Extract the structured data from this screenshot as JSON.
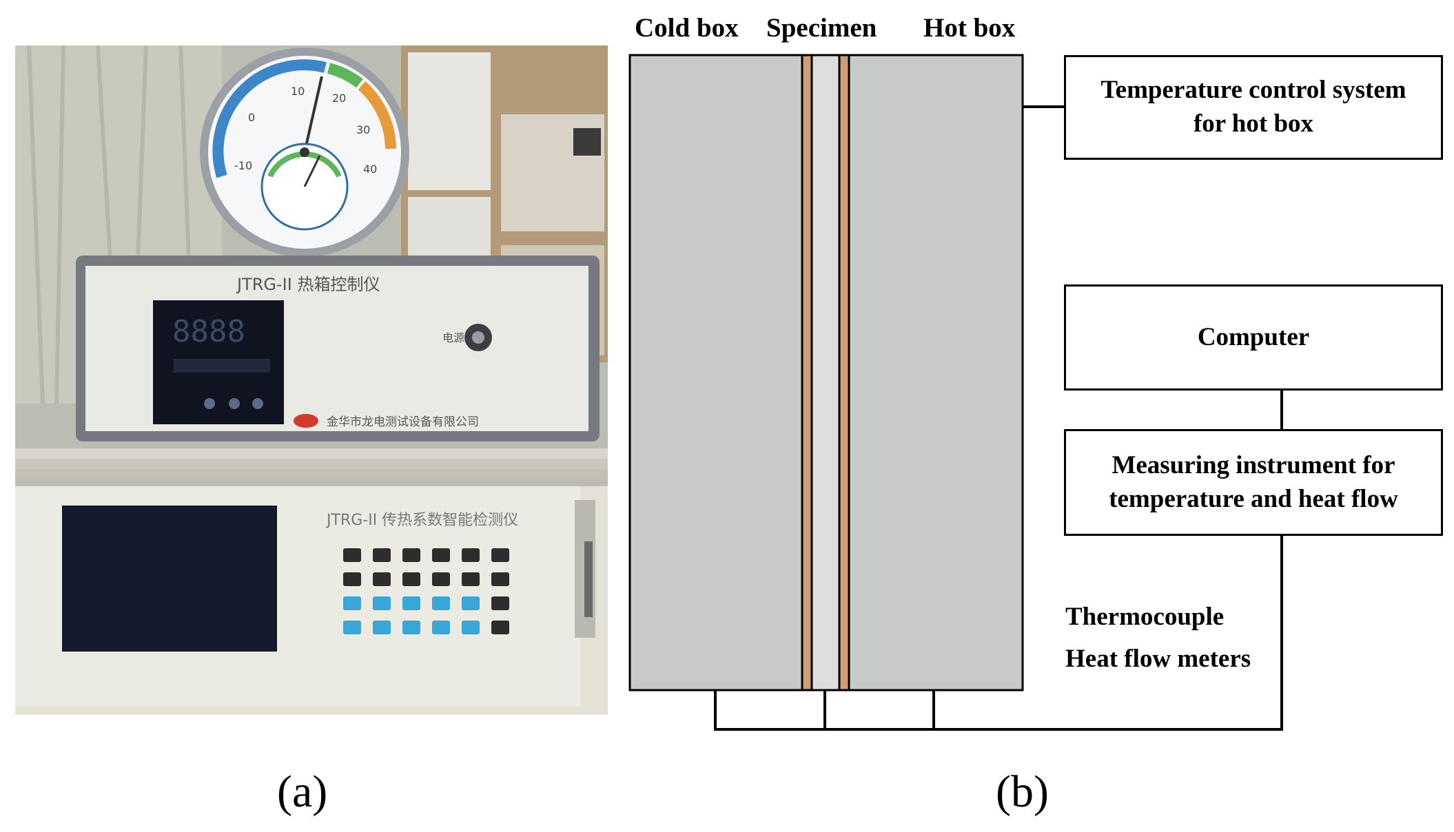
{
  "photo": {
    "thermometer_outer_ticks": [
      "-10",
      "0",
      "10",
      "20",
      "30",
      "40"
    ],
    "controller_label": "JTRG-II 热箱控制仪",
    "controller_display": "8888",
    "controller_switch_label": "电源",
    "controller_company": "金华市龙电测试设备有限公司",
    "instrument_label": "JTRG-II 传热系数智能检测仪",
    "colors": {
      "panel": "#e8e8e2",
      "frame": "#7c8088",
      "screen": "#141a2e",
      "key_blue": "#3aa6d8",
      "key_dark": "#2d2d2d"
    }
  },
  "diagram": {
    "headers": {
      "cold": "Cold box",
      "specimen": "Specimen",
      "hot": "Hot box"
    },
    "temp_control_line1": "Temperature control system",
    "temp_control_line2": "for hot box",
    "computer": "Computer",
    "measuring_line1": "Measuring instrument for",
    "measuring_line2": "temperature and heat flow",
    "thermocouple": "Thermocouple",
    "heat_flow_meters": "Heat flow meters",
    "colors": {
      "box_fill": "#c8cac7",
      "specimen_fill": "#dcdddc",
      "layer": "#d09e76"
    }
  },
  "captions": {
    "a": "(a)",
    "b": "(b)"
  }
}
